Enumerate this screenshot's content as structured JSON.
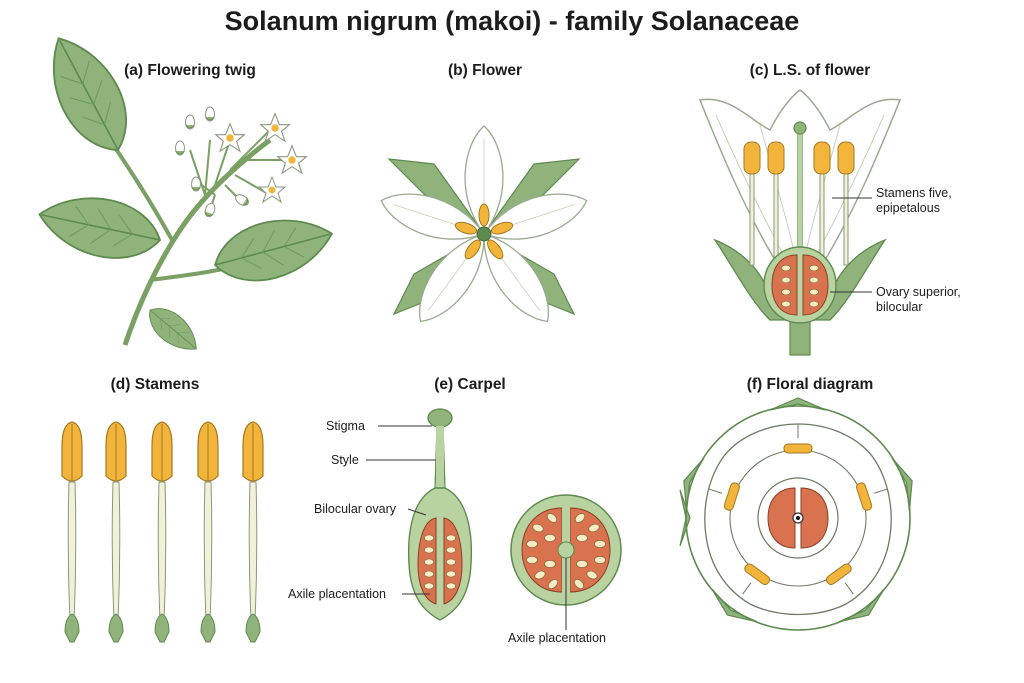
{
  "title": "Solanum nigrum (makoi) - family Solanaceae",
  "panels": {
    "a": {
      "title": "(a) Flowering twig"
    },
    "b": {
      "title": "(b) Flower"
    },
    "c": {
      "title": "(c) L.S. of flower",
      "labels": {
        "stamens": "Stamens five,\nepipetalous",
        "ovary": "Ovary superior,\nbilocular"
      }
    },
    "d": {
      "title": "(d) Stamens"
    },
    "e": {
      "title": "(e) Carpel",
      "labels": {
        "stigma": "Stigma",
        "style": "Style",
        "ovary": "Bilocular ovary",
        "placentation_ls": "Axile placentation",
        "placentation_ts": "Axile placentation"
      }
    },
    "f": {
      "title": "(f) Floral diagram"
    }
  },
  "colors": {
    "leaf": "#8fb37a",
    "leaf_dark": "#5d8a4e",
    "petal": "#ffffff",
    "petal_line": "#9aa98f",
    "anther": "#f2b43a",
    "filament": "#f1f1d8",
    "ovary_wall": "#b8d3a0",
    "locule": "#d9734f",
    "ovule": "#f7ecc6",
    "stem": "#7aa064"
  }
}
